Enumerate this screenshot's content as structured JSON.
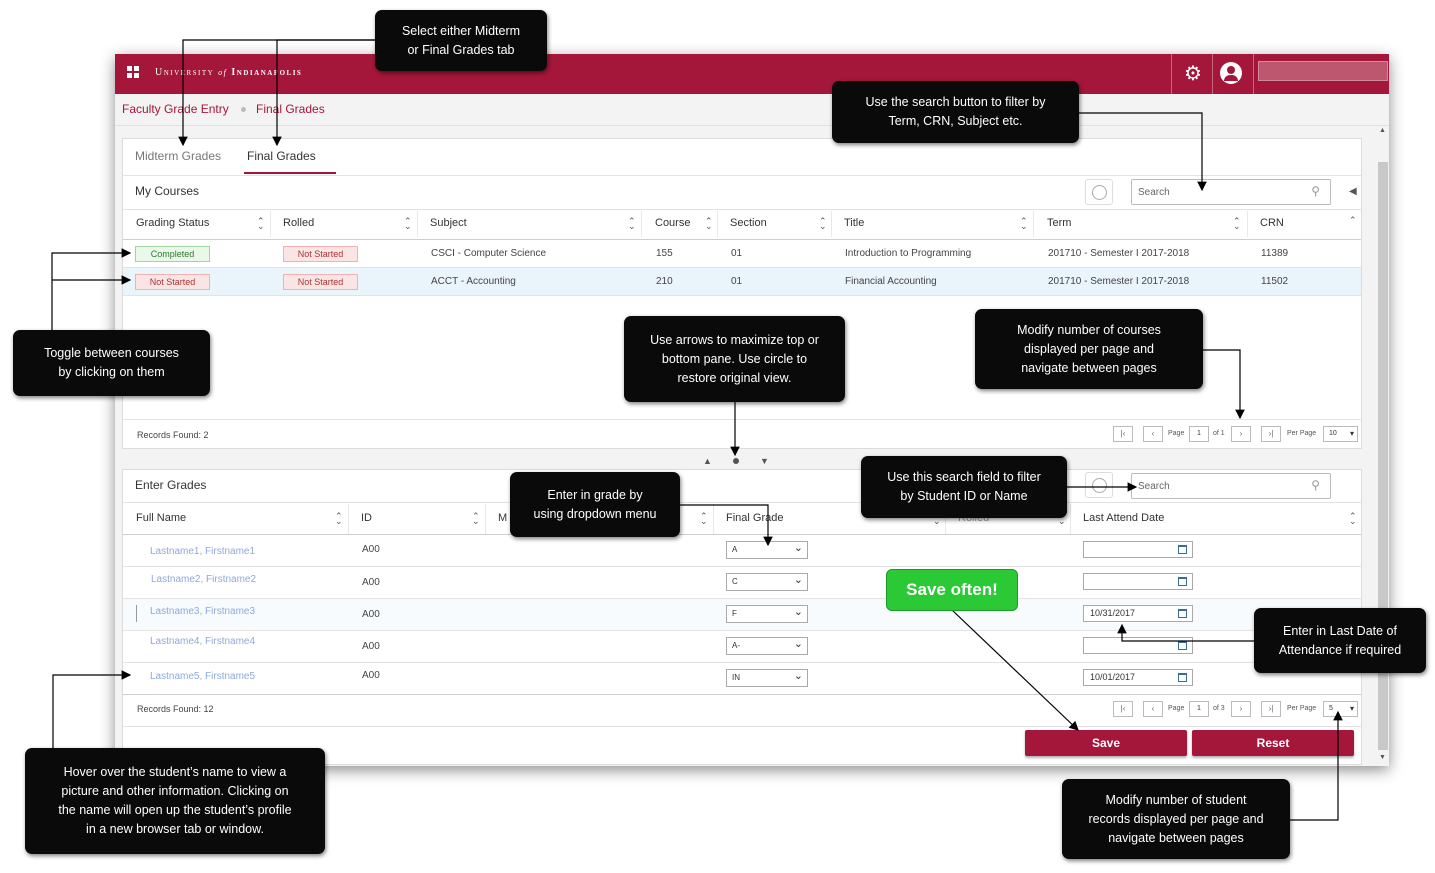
{
  "header": {
    "logo_prefix": "University",
    "logo_of": "of",
    "logo_name": "Indianapolis",
    "gear_icon": "gear-icon",
    "user_icon": "user-icon"
  },
  "breadcrumb": {
    "items": [
      "Faculty Grade Entry",
      "Final Grades"
    ]
  },
  "tabs": [
    {
      "label": "Midterm Grades",
      "active": false
    },
    {
      "label": "Final Grades",
      "active": true
    }
  ],
  "courses": {
    "title": "My Courses",
    "search_placeholder": "Search",
    "columns": [
      "Grading Status",
      "Rolled",
      "Subject",
      "Course",
      "Section",
      "Title",
      "Term",
      "CRN"
    ],
    "rows": [
      {
        "status": "Completed",
        "rolled": "Not Started",
        "subject": "CSCI - Computer Science",
        "course": "155",
        "section": "01",
        "title": "Introduction to Programming",
        "term": "201710 - Semester I 2017-2018",
        "crn": "11389"
      },
      {
        "status": "Not Started",
        "rolled": "Not Started",
        "subject": "ACCT - Accounting",
        "course": "210",
        "section": "01",
        "title": "Financial Accounting",
        "term": "201710 - Semester I 2017-2018",
        "crn": "11502"
      }
    ],
    "records_found": "Records Found: 2",
    "pager": {
      "page_label": "Page",
      "page": "1",
      "of_label": "of 1",
      "per_page_label": "Per Page",
      "per_page": "10"
    }
  },
  "grades": {
    "title": "Enter Grades",
    "search_placeholder": "Search",
    "columns": {
      "full_name": "Full Name",
      "id": "ID",
      "m": "M",
      "final_grade": "Final Grade",
      "rolled": "Rolled",
      "last_attend": "Last Attend Date"
    },
    "rows": [
      {
        "name": "Lastname1, Firstname1",
        "id": "A00",
        "grade": "A",
        "date": ""
      },
      {
        "name": "Lastname2, Firstname2",
        "id": "A00",
        "grade": "C",
        "date": ""
      },
      {
        "name": "Lastname3, Firstname3",
        "id": "A00",
        "grade": "F",
        "date": "10/31/2017"
      },
      {
        "name": "Lastname4, Firstname4",
        "id": "A00",
        "grade": "A-",
        "date": ""
      },
      {
        "name": "Lastname5, Firstname5",
        "id": "A00",
        "grade": "IN",
        "date": "10/01/2017"
      }
    ],
    "records_found": "Records Found: 12",
    "pager": {
      "page_label": "Page",
      "page": "1",
      "of_label": "of 3",
      "per_page_label": "Per Page",
      "per_page": "5"
    },
    "save_label": "Save",
    "reset_label": "Reset"
  },
  "callouts": {
    "tabs": [
      "Select either Midterm",
      "or Final Grades tab"
    ],
    "search_courses": [
      "Use the search button to filter by",
      "Term, CRN, Subject etc."
    ],
    "toggle_courses": [
      "Toggle between courses",
      "by clicking on them"
    ],
    "arrows": [
      "Use arrows to maximize top or",
      "bottom pane. Use circle to",
      "restore original view."
    ],
    "courses_per_page": [
      "Modify number of courses",
      "displayed per page and",
      "navigate between pages"
    ],
    "search_students": [
      "Use this search field to filter",
      "by Student ID or Name"
    ],
    "grade_dropdown": [
      "Enter in grade by",
      "using dropdown menu"
    ],
    "save_often": "Save often!",
    "last_attend": [
      "Enter in Last Date of",
      "Attendance if required"
    ],
    "hover_name": [
      "Hover over the student’s name to view a",
      "picture and other information. Clicking on",
      "the name will open up the student’s profile",
      "in a new browser tab or window."
    ],
    "students_per_page": [
      "Modify number of student",
      "records displayed per page and",
      "navigate between pages"
    ]
  }
}
